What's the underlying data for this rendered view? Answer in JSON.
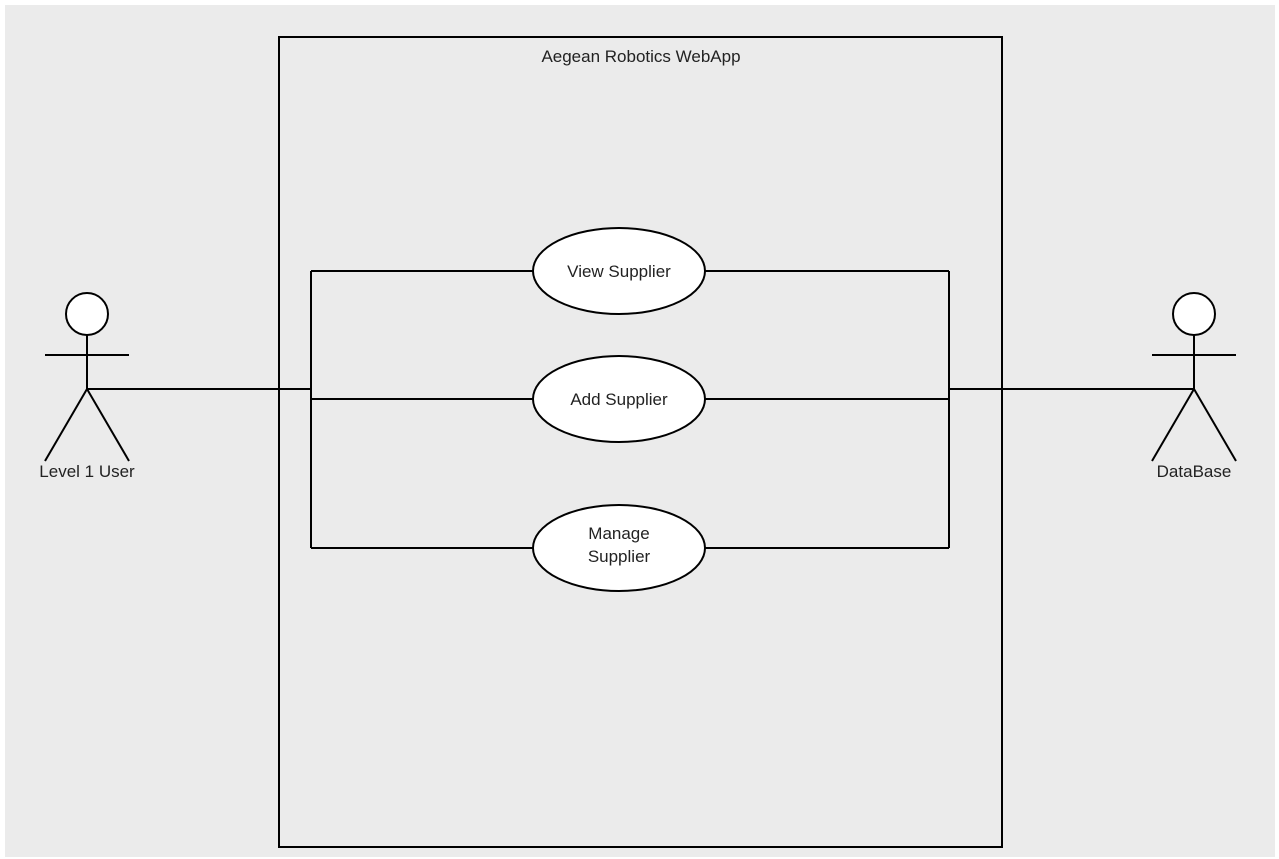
{
  "system": {
    "title": "Aegean Robotics WebApp"
  },
  "actors": {
    "user": {
      "label": "Level 1 User"
    },
    "database": {
      "label": "DataBase"
    }
  },
  "use_cases": {
    "view": {
      "label": "View Supplier"
    },
    "add": {
      "label": "Add Supplier"
    },
    "manage": {
      "line1": "Manage",
      "line2": "Supplier"
    }
  },
  "colors": {
    "canvas": "#ebebeb",
    "stroke": "#000000",
    "ellipse_fill": "#ffffff",
    "text": "#222222"
  }
}
